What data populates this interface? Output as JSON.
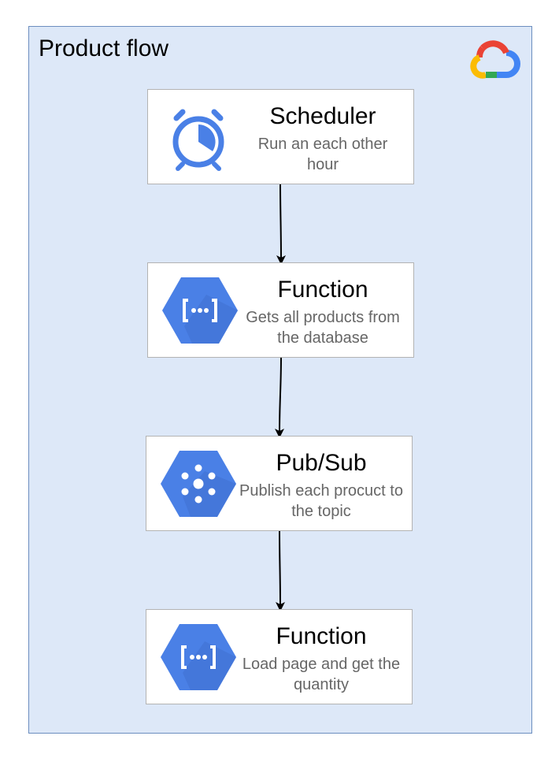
{
  "group": {
    "title": "Product flow",
    "logo": "google-cloud-logo"
  },
  "nodes": [
    {
      "title": "Scheduler",
      "description": "Run an each other hour",
      "icon": "scheduler-alarm-clock-icon"
    },
    {
      "title": "Function",
      "description": "Gets all products from the database",
      "icon": "cloud-functions-icon"
    },
    {
      "title": "Pub/Sub",
      "description": "Publish each procuct to the topic",
      "icon": "pubsub-icon"
    },
    {
      "title": "Function",
      "description": "Load page and get the quantity",
      "icon": "cloud-functions-icon"
    }
  ],
  "colors": {
    "group_fill": "#dde8f8",
    "group_border": "#6c8ebf",
    "node_border": "#b3b3b3",
    "icon_blue": "#4a80e6",
    "icon_shadow": "#3f6fd0",
    "desc_text": "#666666",
    "arrow": "#000000"
  }
}
